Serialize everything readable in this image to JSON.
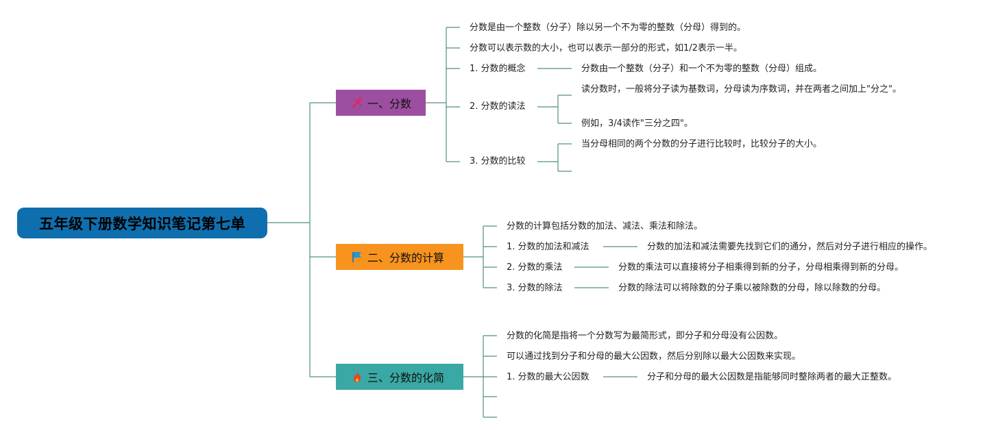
{
  "root": {
    "title": "五年级下册数学知识笔记第七单"
  },
  "branches": [
    {
      "label": "一、分数",
      "icon": "tools-icon",
      "color": "#9c4fa0",
      "notes": [
        "分数是由一个整数（分子）除以另一个不为零的整数（分母）得到的。",
        "分数可以表示数的大小，也可以表示一部分的形式，如1/2表示一半。"
      ],
      "topics": [
        {
          "label": "1. 分数的概念",
          "details": [
            "分数由一个整数（分子）和一个不为零的整数（分母）组成。"
          ]
        },
        {
          "label": "2. 分数的读法",
          "details": [
            "读分数时，一般将分子读为基数词，分母读为序数词，并在两者之间加上\"分之\"。",
            "例如，3/4读作\"三分之四\"。"
          ]
        },
        {
          "label": "3. 分数的比较",
          "details": [
            "当分母相同的两个分数的分子进行比较时，比较分子的大小。"
          ]
        }
      ]
    },
    {
      "label": "二、分数的计算",
      "icon": "flag-icon",
      "color": "#f7931e",
      "notes": [
        "分数的计算包括分数的加法、减法、乘法和除法。"
      ],
      "topics": [
        {
          "label": "1. 分数的加法和减法",
          "details": [
            "分数的加法和减法需要先找到它们的通分，然后对分子进行相应的操作。"
          ]
        },
        {
          "label": "2. 分数的乘法",
          "details": [
            "分数的乘法可以直接将分子相乘得到新的分子，分母相乘得到新的分母。"
          ]
        },
        {
          "label": "3. 分数的除法",
          "details": [
            "分数的除法可以将除数的分子乘以被除数的分母，除以除数的分母。"
          ]
        }
      ]
    },
    {
      "label": "三、分数的化简",
      "icon": "fire-icon",
      "color": "#3aa8a4",
      "notes": [
        "分数的化简是指将一个分数写为最简形式，即分子和分母没有公因数。",
        "可以通过找到分子和分母的最大公因数，然后分别除以最大公因数来实现。"
      ],
      "topics": [
        {
          "label": "1. 分数的最大公因数",
          "details": [
            "分子和分母的最大公因数是指能够同时整除两者的最大正整数。"
          ]
        }
      ]
    }
  ]
}
